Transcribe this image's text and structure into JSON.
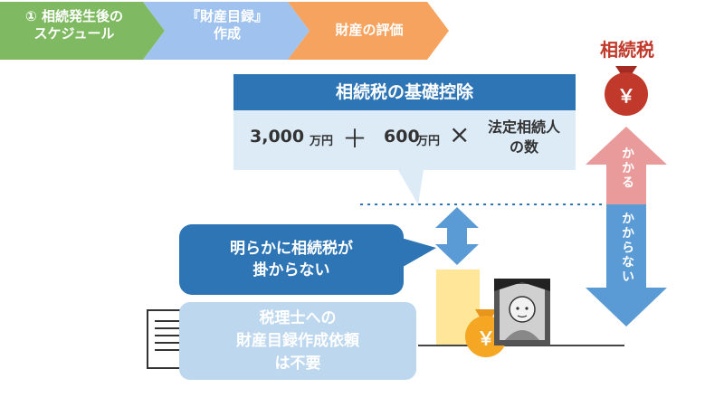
{
  "steps": [
    {
      "line1": "① 相続発生後の",
      "line2": "スケジュール",
      "color": "#7fba62"
    },
    {
      "line1": "『財産目録』",
      "line2": "作成",
      "color": "#9fc3ee"
    },
    {
      "line1": "財産の評価",
      "line2": "",
      "color": "#f5a35f"
    }
  ],
  "tax_label": "相続税",
  "yen": "￥",
  "deduction": {
    "title": "相続税の基礎控除",
    "amount1": "3,000",
    "unit1": "万円",
    "plus": "＋",
    "amount2": "600",
    "unit2": "万円",
    "times": "×",
    "heirs_line1": "法定相続人",
    "heirs_line2": "の数"
  },
  "arrow_labels": {
    "applies": "かかる",
    "not_applies": "かからない"
  },
  "bubble": {
    "line1": "明らかに相続税が",
    "line2": "掛からない"
  },
  "note": {
    "line1": "税理士への",
    "line2": "財産目録作成依頼",
    "line3": "は不要"
  },
  "colors": {
    "accent_blue": "#2e75b6",
    "light_blue": "#bdd7ee",
    "pale_blue": "#ddebf7",
    "arrow_blue": "#5b9bd5",
    "arrow_pink": "#e99b9b",
    "dark_red": "#c0392b",
    "bar_yellow": "#ffe699",
    "money_orange": "#f5a623"
  }
}
